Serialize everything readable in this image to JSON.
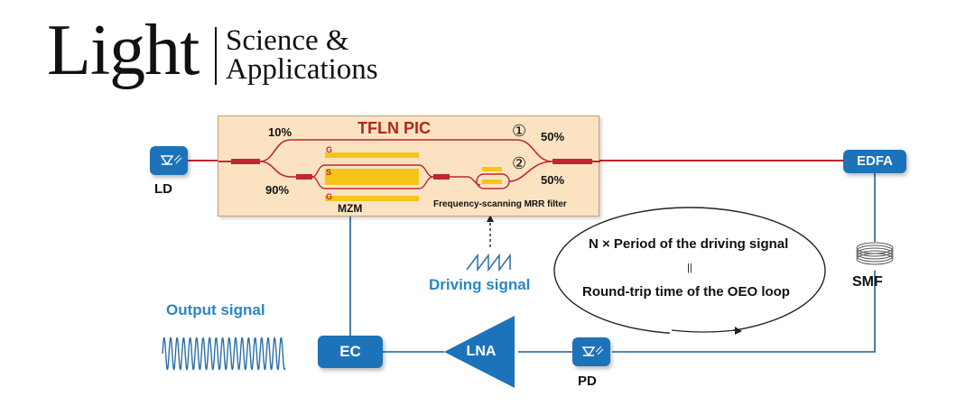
{
  "logo": {
    "word": "Light",
    "line1": "Science &",
    "line2": "Applications"
  },
  "pic": {
    "title": "TFLN PIC",
    "split_top": "10%",
    "split_bottom": "90%",
    "out_top": "50%",
    "out_bottom": "50%",
    "path1_marker": "①",
    "path2_marker": "②",
    "electrodes": [
      "G",
      "S",
      "G"
    ],
    "mzm_label": "MZM",
    "filter_label": "Frequency-scanning MRR  filter"
  },
  "components": {
    "ld": "LD",
    "edfa": "EDFA",
    "smf": "SMF",
    "pd": "PD",
    "lna": "LNA",
    "ec": "EC"
  },
  "signals": {
    "driving": "Driving signal",
    "output": "Output signal"
  },
  "annotation": {
    "line1": "N × Period of the driving signal",
    "equals": "||",
    "line2": "Round-trip time of the OEO loop"
  },
  "colors": {
    "optical_path": "#c0272d",
    "electrical_path": "#1d5f99",
    "component_blue": "#1d73b9",
    "pic_background": "#fbe3c2",
    "pic_title": "#b3261e",
    "electrode_yellow": "#f5c518",
    "signal_blue": "#2a86c5"
  }
}
